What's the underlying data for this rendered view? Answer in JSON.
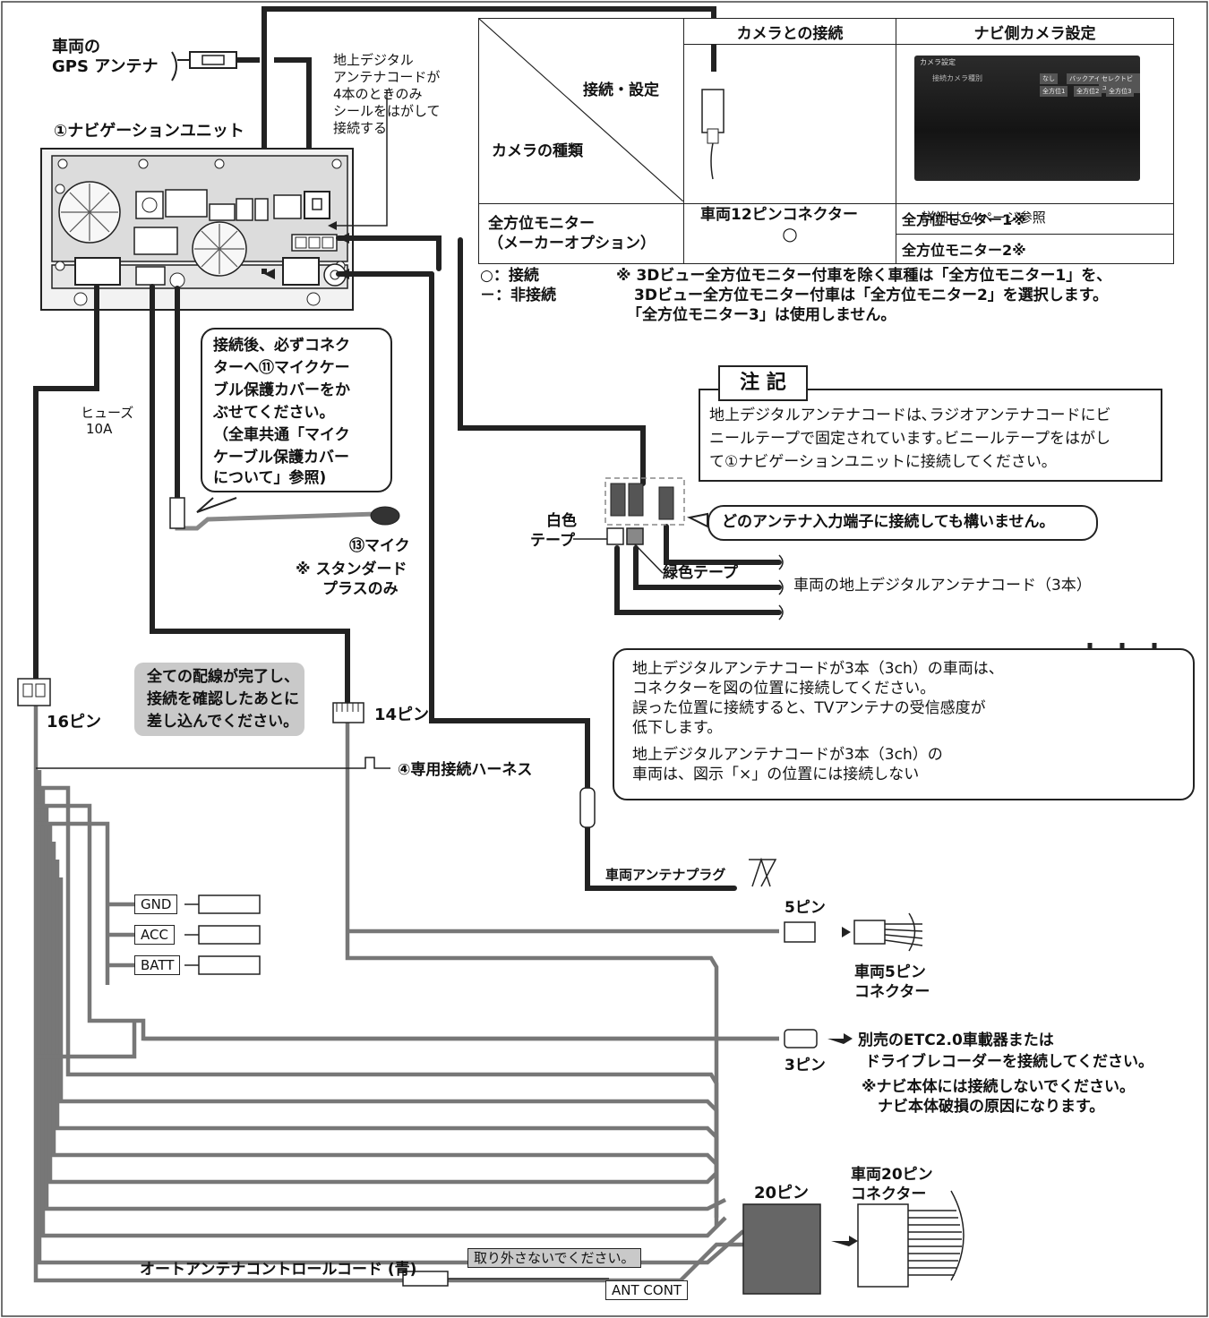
{
  "labels": {
    "gps_antenna": [
      "車両の",
      "GPS アンテナ"
    ],
    "navi_unit": "①ナビゲーションユニット",
    "terrestrial_note": [
      "地上デジタル",
      "アンテナコードが",
      "4本のときのみ",
      "シールをはがして",
      "接続する"
    ],
    "fuse": [
      "ヒューズ",
      "10A"
    ],
    "pin16": "16ピン",
    "pin14": "14ピン",
    "harness": "④専用接続ハーネス",
    "mic": "⑬マイク",
    "mic_note": [
      "※ スタンダード",
      "プラスのみ"
    ],
    "white_tape": [
      "白色",
      "テープ"
    ],
    "green_tape": "緑色テープ",
    "vehicle_digital_cord": "車両の地上デジタルアンテナコード（3本）",
    "any_terminal": "どのアンテナ入力端子に接続しても構いません。",
    "antenna_plug": "車両アンテナプラグ",
    "pin5": "5ピン",
    "vehicle_5pin": [
      "車両5ピン",
      "コネクター"
    ],
    "pin3": "3ピン",
    "etc": [
      "別売のETC2.0車載器または",
      "ドライブレコーダーを接続してください。",
      "※ナビ本体には接続しないでください。",
      "ナビ本体破損の原因になります。"
    ],
    "pin20": "20ピン",
    "vehicle_20pin": [
      "車両20ピン",
      "コネクター"
    ],
    "ant_cont_cord": "オートアンテナコントロールコード (青)",
    "dont_remove": "取り外さないでください。",
    "ant_cont_tag": "ANT CONT",
    "gnd": "GND",
    "acc": "ACC",
    "batt": "BATT"
  },
  "mic_callout": [
    "接続後、必ずコネク",
    "ターへ⑪マイクケー",
    "ブル保護カバーをか",
    "ぶせてください。",
    "（全車共通「マイク",
    "ケーブル保護カバー",
    "について」参照)"
  ],
  "gray_bubble": [
    "全ての配線が完了し、",
    "接続を確認したあとに",
    "差し込んでください。"
  ],
  "note": {
    "title": "注 記",
    "lines": [
      "地上デジタルアンテナコードは､ラジオアンテナコードにビ",
      "ニールテープで固定されています｡ビニールテープをはがし",
      "て①ナビゲーションユニットに接続してください｡"
    ]
  },
  "warning_box": {
    "lines": [
      "地上デジタルアンテナコードが3本（3ch）の車両は、",
      "コネクターを図の位置に接続してください。",
      "誤った位置に接続すると、TVアンテナの受信感度が",
      "低下します。"
    ],
    "cross_note": [
      "地上デジタルアンテナコードが3本（3ch）の",
      "車両は、図示「×」の位置には接続しない"
    ]
  },
  "table": {
    "header_connect": "カメラとの接続",
    "header_setting": "ナビ側カメラ設定",
    "diag_top": "接続・設定",
    "diag_bottom": "カメラの種類",
    "connector_label": "車両12ピンコネクター",
    "see_page": "詳細は64ページ参照",
    "row_label": [
      "全方位モニター",
      "（メーカーオプション）"
    ],
    "row_connect": "○",
    "setting1": "全方位モニター1※",
    "setting2": "全方位モニター2※",
    "screen": {
      "title": "カメラ設定",
      "row": "接続カメラ種別",
      "chips": [
        "なし",
        "バックアイ",
        "セレクトビュー",
        "全方位1",
        "全方位2",
        "全方位3"
      ]
    }
  },
  "legend": {
    "connect": "○：接続",
    "no_connect": "－：非接続",
    "note": [
      "※ 3Dビュー全方位モニター付車を除く車種は「全方位モニター1」を、",
      "3Dビュー全方位モニター付車は「全方位モニター2」を選択します。",
      "「全方位モニター3」は使用しません。"
    ]
  }
}
